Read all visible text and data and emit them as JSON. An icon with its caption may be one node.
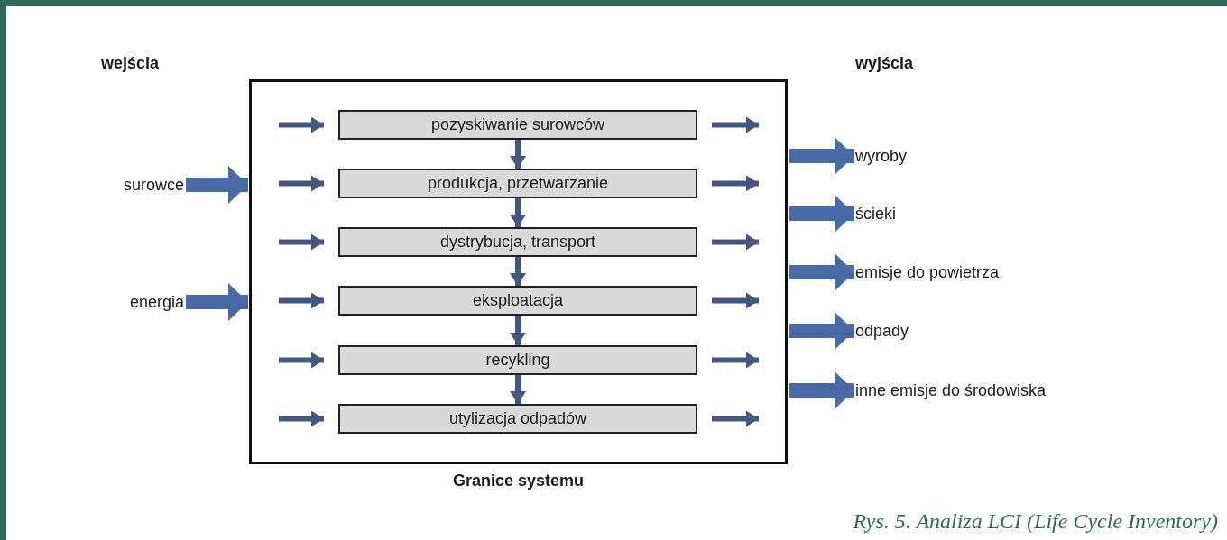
{
  "diagram": {
    "caption": "Rys. 5. Analiza LCI (Life Cycle Inventory)",
    "nodes": [
      {
        "text": [
          "Granice systemu"
        ]
      },
      {
        "text": [
          "pozyskiwanie surowców"
        ],
        "in": 0
      },
      {
        "text": [
          "produkcja, przetwarzanie"
        ],
        "in": 0
      },
      {
        "text": [
          "dystrybucja, transport"
        ],
        "in": 0
      },
      {
        "text": [
          "eksploatacja"
        ],
        "in": 0
      },
      {
        "text": [
          "recykling"
        ],
        "in": 0
      },
      {
        "text": [
          "utylizacja odpadów"
        ],
        "in": 0
      },
      {
        "text": [
          "surowce"
        ]
      },
      {
        "text": [
          "energia"
        ]
      },
      {
        "text": [
          "wyroby"
        ]
      },
      {
        "text": [
          "ścieki"
        ]
      },
      {
        "text": [
          "emisje do powietrza"
        ]
      },
      {
        "text": [
          "odpady"
        ]
      },
      {
        "text": [
          "inne emisje do środowiska"
        ]
      }
    ],
    "edges": [
      {
        "from": 7,
        "to": 0,
        "arrow": "to",
        "style": "thick"
      },
      {
        "from": 8,
        "to": 0,
        "arrow": "to",
        "style": "thick"
      },
      {
        "from": null,
        "to": 1,
        "arrow": "to"
      },
      {
        "from": 1,
        "to": null,
        "arrow": "to"
      },
      {
        "from": null,
        "to": 2,
        "arrow": "to"
      },
      {
        "from": 2,
        "to": null,
        "arrow": "to"
      },
      {
        "from": null,
        "to": 3,
        "arrow": "to"
      },
      {
        "from": 3,
        "to": null,
        "arrow": "to"
      },
      {
        "from": null,
        "to": 4,
        "arrow": "to"
      },
      {
        "from": 4,
        "to": null,
        "arrow": "to"
      },
      {
        "from": null,
        "to": 5,
        "arrow": "to"
      },
      {
        "from": 5,
        "to": null,
        "arrow": "to"
      },
      {
        "from": null,
        "to": 6,
        "arrow": "to"
      },
      {
        "from": 6,
        "to": null,
        "arrow": "to"
      },
      {
        "from": 1,
        "to": 2,
        "arrow": "to"
      },
      {
        "from": 2,
        "to": 3,
        "arrow": "to"
      },
      {
        "from": 3,
        "to": 4,
        "arrow": "to"
      },
      {
        "from": 4,
        "to": 5,
        "arrow": "to"
      },
      {
        "from": 5,
        "to": 6,
        "arrow": "to"
      },
      {
        "from": 0,
        "to": 9,
        "arrow": "to",
        "style": "thick"
      },
      {
        "from": 0,
        "to": 10,
        "arrow": "to",
        "style": "thick"
      },
      {
        "from": 0,
        "to": 11,
        "arrow": "to",
        "style": "thick"
      },
      {
        "from": 0,
        "to": 12,
        "arrow": "to",
        "style": "thick"
      },
      {
        "from": 0,
        "to": 13,
        "arrow": "to",
        "style": "thick"
      }
    ],
    "labels": [
      "wejścia",
      "wyjścia"
    ]
  }
}
